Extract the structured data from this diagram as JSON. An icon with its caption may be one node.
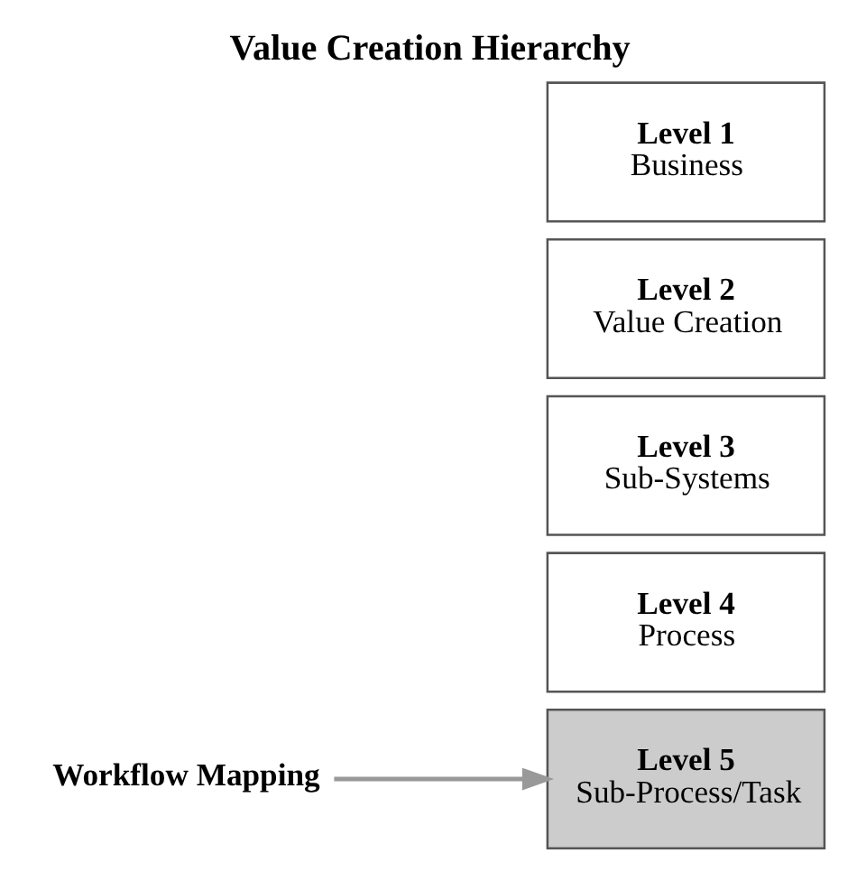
{
  "diagram": {
    "title": "Value Creation Hierarchy",
    "nodes": [
      {
        "text": [
          "Level 1",
          "Business"
        ]
      },
      {
        "text": [
          "Level 2",
          "Value Creation"
        ]
      },
      {
        "text": [
          "Level 3",
          "Sub-Systems"
        ]
      },
      {
        "text": [
          "Level 4",
          "Process"
        ]
      },
      {
        "text": [
          "Level 5",
          "Sub-Process/Task"
        ]
      },
      {
        "text": [
          "Workflow Mapping"
        ]
      }
    ],
    "edges": [
      {
        "from": 5,
        "to": 4,
        "arrow": "to",
        "color": "#999999"
      }
    ]
  }
}
